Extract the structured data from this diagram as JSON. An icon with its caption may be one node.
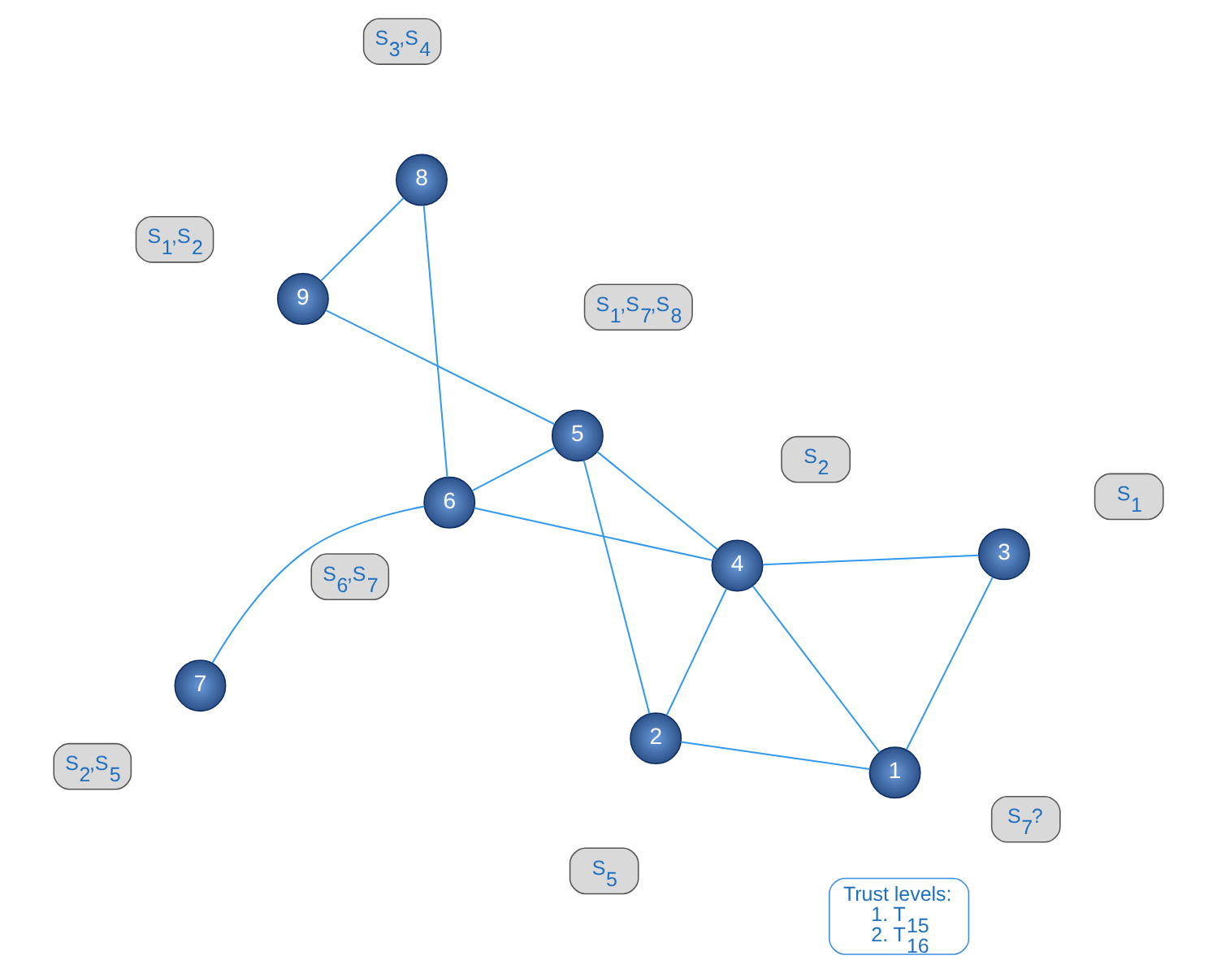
{
  "diagram": {
    "nodes": [
      {
        "text": [
          "1"
        ]
      },
      {
        "text": [
          "2"
        ]
      },
      {
        "text": [
          "3"
        ]
      },
      {
        "text": [
          "4"
        ]
      },
      {
        "text": [
          "5"
        ]
      },
      {
        "text": [
          "6"
        ]
      },
      {
        "text": [
          "7"
        ]
      },
      {
        "text": [
          "8"
        ]
      },
      {
        "text": [
          "9"
        ]
      },
      {
        "text": [
          "S$_{7}$?"
        ]
      },
      {
        "text": [
          "Trust levels:",
          "1. T$_{15}$",
          "2. T$_{16}$"
        ]
      },
      {
        "text": [
          "S$_{5}$"
        ]
      },
      {
        "text": [
          "S$_{1}$"
        ]
      },
      {
        "text": [
          "S$_{2}$"
        ]
      },
      {
        "text": [
          "S$_{1}$,S$_{7}$,S$_{8}$"
        ]
      },
      {
        "text": [
          "S$_{6}$,S$_{7}$"
        ]
      },
      {
        "text": [
          "S$_{2}$,S$_{5}$"
        ]
      },
      {
        "text": [
          "S$_{3}$,S$_{4}$"
        ]
      },
      {
        "text": [
          "S$_{1}$,S$_{2}$"
        ]
      }
    ],
    "edges": [
      {
        "from": 0,
        "to": 2,
        "arrow": "none"
      },
      {
        "from": 0,
        "to": 3,
        "arrow": "none"
      },
      {
        "from": 0,
        "to": 1,
        "arrow": "none"
      },
      {
        "from": 2,
        "to": 3,
        "arrow": "none"
      },
      {
        "from": 3,
        "to": 1,
        "arrow": "none"
      },
      {
        "from": 3,
        "to": 5,
        "arrow": "none"
      },
      {
        "from": 3,
        "to": 4,
        "arrow": "none"
      },
      {
        "from": 1,
        "to": 4,
        "arrow": "none"
      },
      {
        "from": 6,
        "to": 5,
        "arrow": "none"
      },
      {
        "from": 5,
        "to": 7,
        "arrow": "none"
      },
      {
        "from": 5,
        "to": 4,
        "arrow": "none"
      },
      {
        "from": 7,
        "to": 8,
        "arrow": "none"
      },
      {
        "from": 8,
        "to": 4,
        "arrow": "none"
      }
    ]
  }
}
